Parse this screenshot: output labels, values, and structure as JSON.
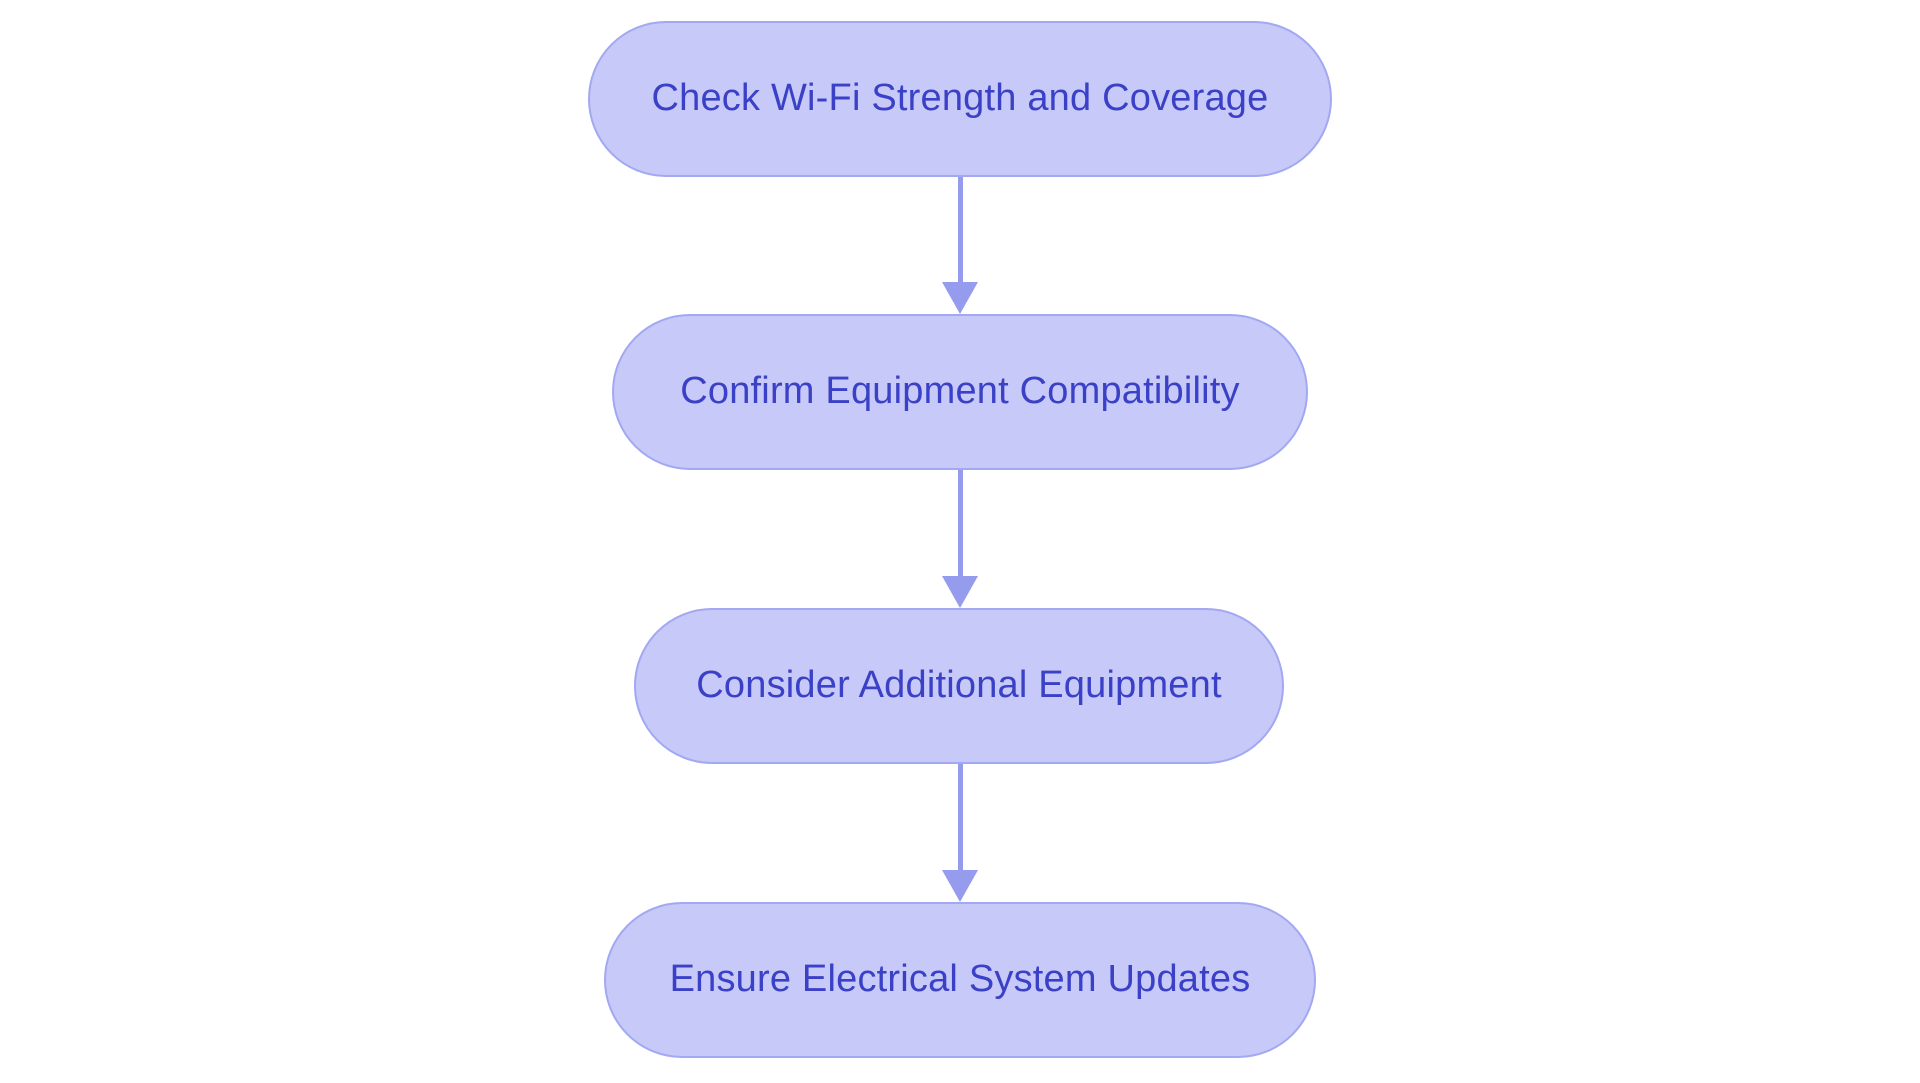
{
  "flowchart": {
    "type": "vertical-flowchart",
    "background_color": "#ffffff",
    "node_fill_color": "#c7c9f8",
    "node_border_color": "#a2a8f2",
    "node_text_color": "#3b41c6",
    "arrow_color": "#959ced",
    "nodes": [
      {
        "id": "node-1",
        "label": "Check Wi-Fi Strength and Coverage"
      },
      {
        "id": "node-2",
        "label": "Confirm Equipment Compatibility"
      },
      {
        "id": "node-3",
        "label": "Consider Additional Equipment"
      },
      {
        "id": "node-4",
        "label": "Ensure Electrical System Updates"
      }
    ],
    "connections": [
      {
        "from": "node-1",
        "to": "node-2"
      },
      {
        "from": "node-2",
        "to": "node-3"
      },
      {
        "from": "node-3",
        "to": "node-4"
      }
    ]
  }
}
